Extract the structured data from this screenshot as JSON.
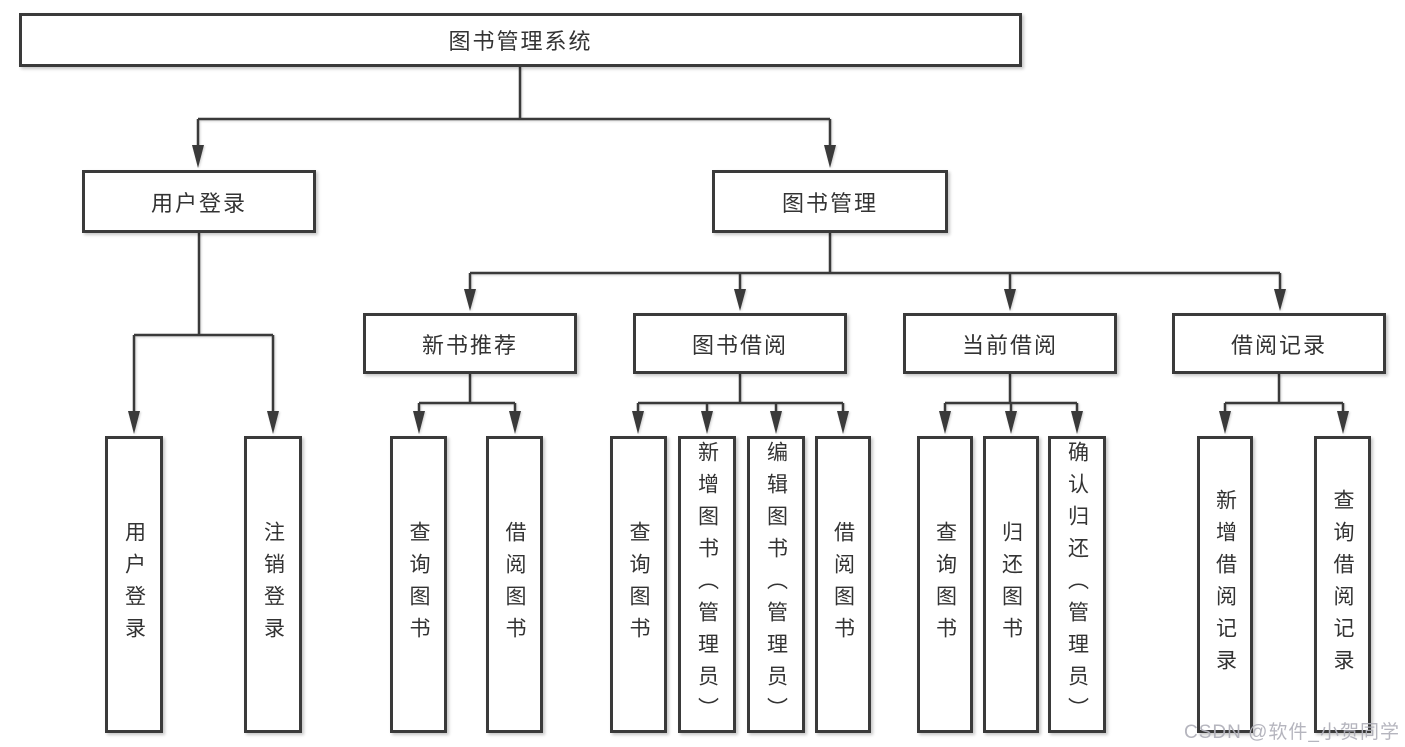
{
  "colors": {
    "background": "#ffffff",
    "line": "#3a3a3a",
    "box_border": "#3a3a3a",
    "box_fill": "#ffffff",
    "text": "#333333",
    "watermark": "#b2b2bb"
  },
  "diagram": {
    "type": "hierarchy-tree",
    "root": {
      "label": "图书管理系统"
    },
    "level2": [
      {
        "label": "用户登录"
      },
      {
        "label": "图书管理"
      }
    ],
    "level3": [
      {
        "label": "新书推荐",
        "parent": "图书管理"
      },
      {
        "label": "图书借阅",
        "parent": "图书管理"
      },
      {
        "label": "当前借阅",
        "parent": "图书管理"
      },
      {
        "label": "借阅记录",
        "parent": "图书管理"
      }
    ],
    "leaves": [
      {
        "label": "用户登录",
        "parent": "用户登录"
      },
      {
        "label": "注销登录",
        "parent": "用户登录"
      },
      {
        "label": "查询图书",
        "parent": "新书推荐"
      },
      {
        "label": "借阅图书",
        "parent": "新书推荐"
      },
      {
        "label": "查询图书",
        "parent": "图书借阅"
      },
      {
        "label": "新增图书（管理员）",
        "parent": "图书借阅"
      },
      {
        "label": "编辑图书（管理员）",
        "parent": "图书借阅"
      },
      {
        "label": "借阅图书",
        "parent": "图书借阅"
      },
      {
        "label": "查询图书",
        "parent": "当前借阅"
      },
      {
        "label": "归还图书",
        "parent": "当前借阅"
      },
      {
        "label": "确认归还（管理员）",
        "parent": "当前借阅"
      },
      {
        "label": "新增借阅记录",
        "parent": "借阅记录"
      },
      {
        "label": "查询借阅记录",
        "parent": "借阅记录"
      }
    ]
  },
  "watermark": {
    "text": "CSDN @软件_小贺同学"
  }
}
